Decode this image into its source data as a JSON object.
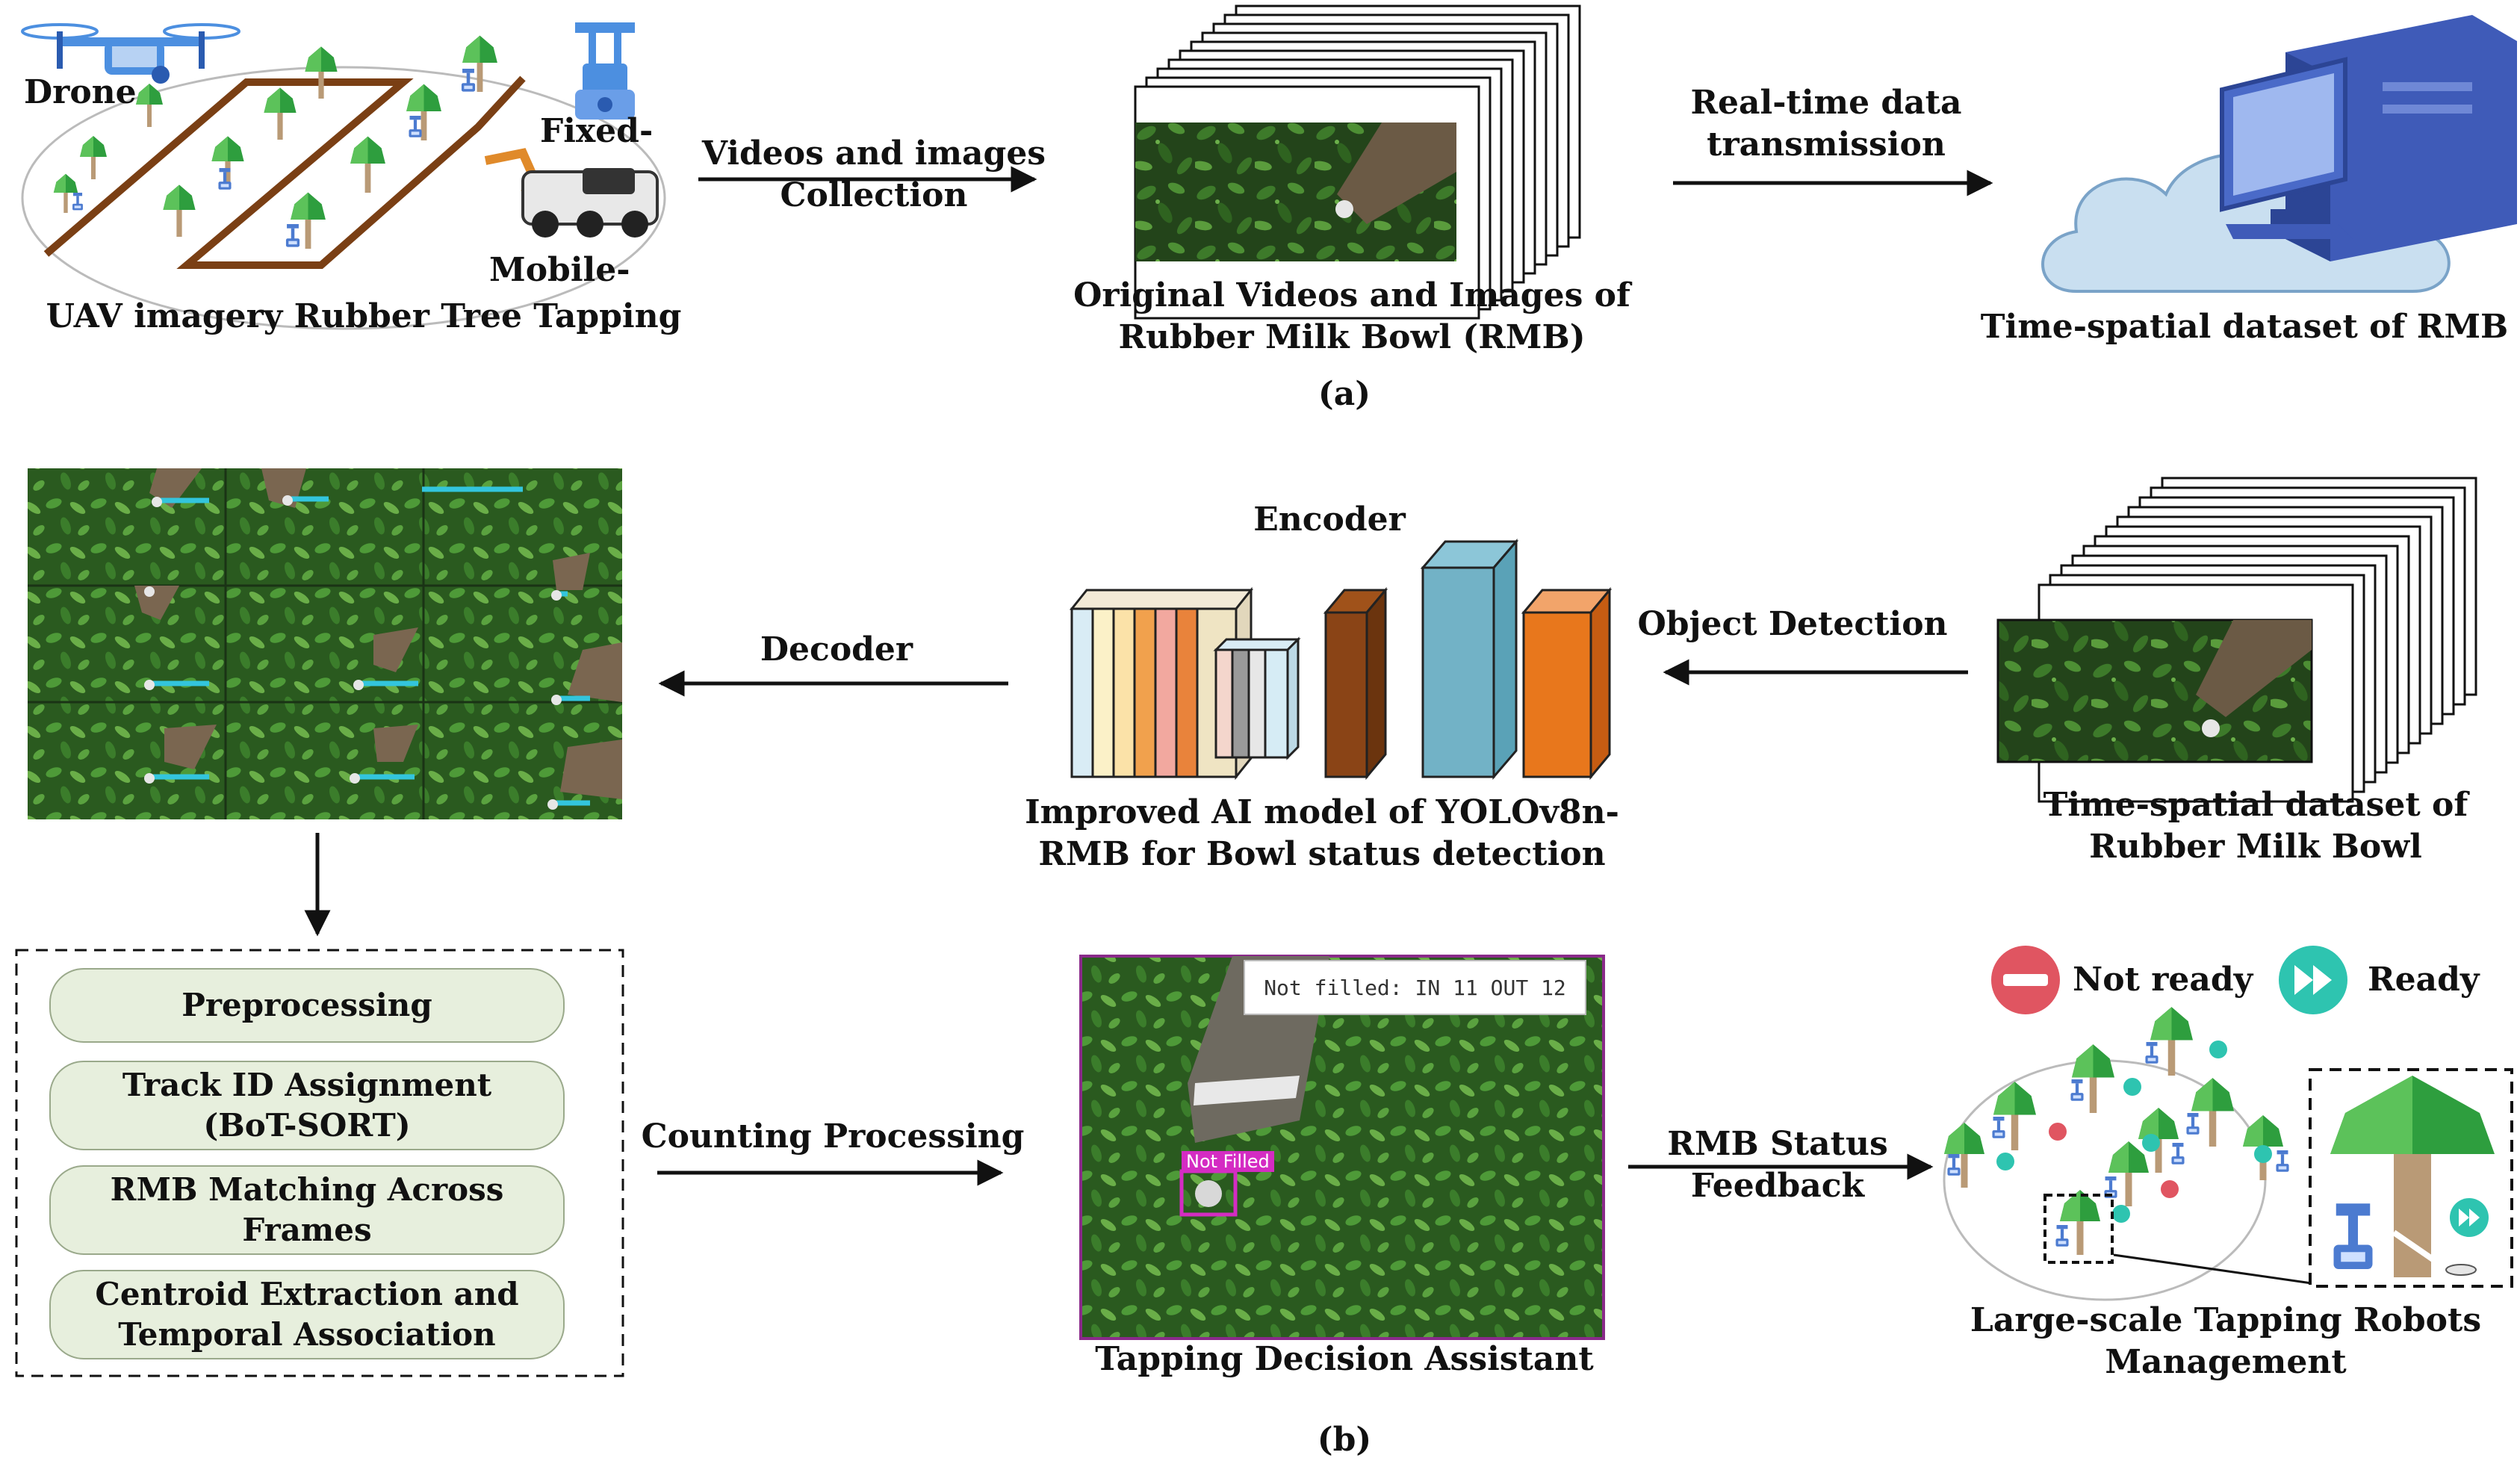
{
  "panel_a": {
    "caption": "(a)",
    "drone_label": "Drone",
    "fixed_label": "Fixed-",
    "mobile_label": "Mobile-",
    "field_caption": "UAV imagery Rubber Tree Tapping",
    "collection_arrow": [
      "Videos and images",
      "Collection"
    ],
    "frames_caption": [
      "Original Videos and Images of",
      "Rubber Milk Bowl (RMB)"
    ],
    "transmission_arrow": [
      "Real-time data",
      "transmission"
    ],
    "cloud_caption": "Time-spatial dataset of RMB"
  },
  "panel_b": {
    "caption": "(b)",
    "encoder_label": "Encoder",
    "decoder_label": "Decoder",
    "object_detection_label": "Object Detection",
    "model_caption": [
      "Improved AI model of YOLOv8n-",
      "RMB for Bowl status detection"
    ],
    "dataset_caption": [
      "Time-spatial dataset of",
      "Rubber Milk Bowl"
    ],
    "steps": [
      [
        "Preprocessing"
      ],
      [
        "Track ID Assignment",
        "(BoT-SORT)"
      ],
      [
        "RMB Matching Across",
        "Frames"
      ],
      [
        "Centroid Extraction and",
        "Temporal Association"
      ]
    ],
    "counting_label": "Counting Processing",
    "hud_text": "Not filled: IN 11 OUT 12",
    "detection_tag": "Not Filled",
    "assistant_caption": "Tapping Decision Assistant",
    "feedback_arrow": [
      "RMB Status",
      "Feedback"
    ],
    "legend": {
      "not_ready": "Not ready",
      "ready": "Ready"
    },
    "management_caption": [
      "Large-scale Tapping Robots",
      "Management"
    ]
  },
  "colors": {
    "path_brown": "#7a3f14",
    "tree_green": "#2e9e3e",
    "trunk_brown": "#b99a76",
    "robot_blue": "#4c7bd0",
    "cloud": "#c9dff0",
    "computer": "#3f5bb8",
    "grass_dark": "#1f3d14",
    "grass_light": "#3f7a28",
    "step_fill": "#e7efdd",
    "not_ready_red": "#e05561",
    "ready_teal": "#2ec4b0",
    "detect_magenta": "#d42cc3",
    "track_cyan": "#33c5dd"
  },
  "icons": [
    "drone-icon",
    "tree-icon",
    "fixed-robot-icon",
    "mobile-robot-icon",
    "cloud-icon",
    "computer-icon",
    "not-ready-icon",
    "ready-icon"
  ]
}
